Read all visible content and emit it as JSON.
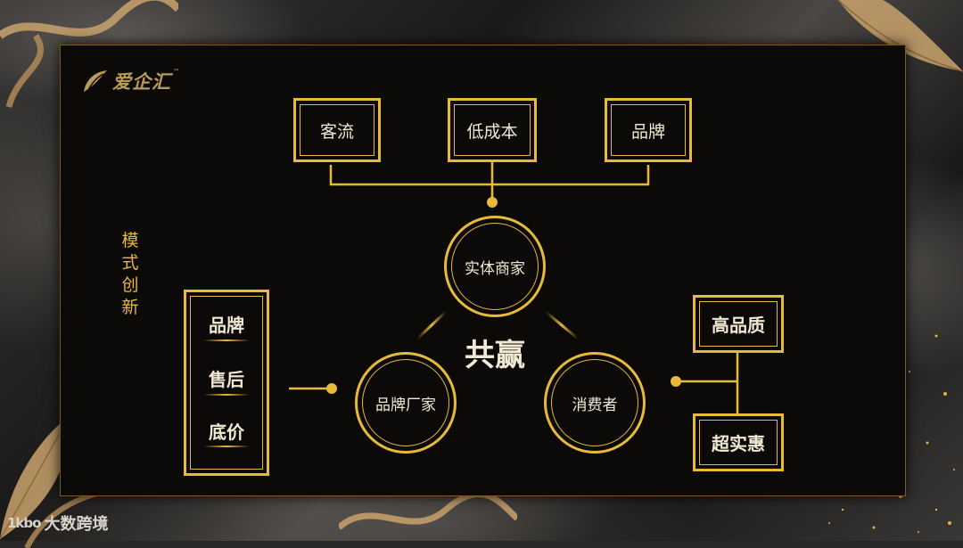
{
  "logo": {
    "name": "爱企汇",
    "tm": "™"
  },
  "watermark": {
    "logo_text": "1kbo",
    "text": "大数跨境"
  },
  "side_label": "模式创新",
  "top_boxes": [
    "客流",
    "低成本",
    "品牌"
  ],
  "circles": {
    "top": "实体商家",
    "left": "品牌厂家",
    "right": "消费者"
  },
  "center": "共赢",
  "left_stack": [
    "品牌",
    "售后",
    "底价"
  ],
  "right_boxes": [
    "高品质",
    "超实惠"
  ],
  "colors": {
    "gold": "#e9b93a",
    "panel": "#0b0a09",
    "text": "#f2e9d4"
  }
}
